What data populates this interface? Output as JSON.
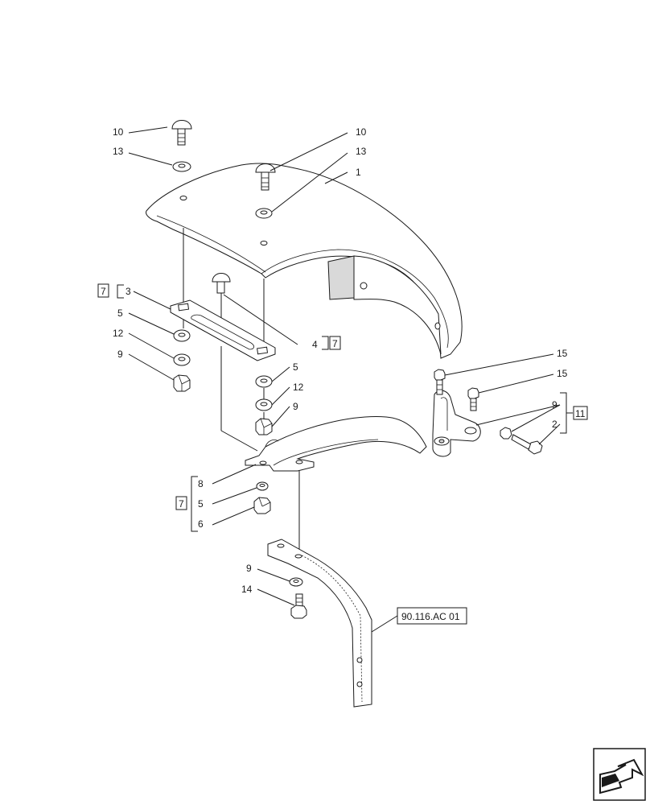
{
  "callouts": {
    "c10a": "10",
    "c13a": "13",
    "c10b": "10",
    "c13b": "13",
    "c1": "1",
    "c3": "3",
    "c3box": "7",
    "c5a": "5",
    "c12a": "12",
    "c9a": "9",
    "c4": "4",
    "c4box": "7",
    "c5b": "5",
    "c12b": "12",
    "c9b": "9",
    "c15a": "15",
    "c15b": "15",
    "c9c": "9",
    "c2": "2",
    "c11box": "11",
    "c8": "8",
    "c5c": "5",
    "c6": "6",
    "c7box": "7",
    "c9d": "9",
    "c14": "14"
  },
  "reference": "90.116.AC 01",
  "nav_icon": "arrow-icon"
}
